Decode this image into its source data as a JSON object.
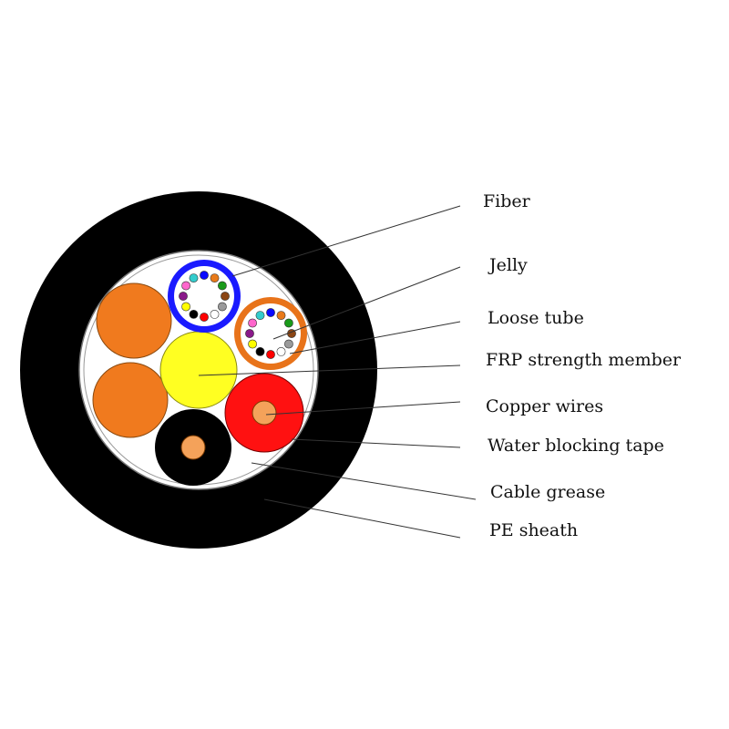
{
  "labels": {
    "fiber": "Fiber",
    "jelly": "Jelly",
    "loose_tube": "Loose tube",
    "frp": "FRP strength member",
    "copper": "Copper wires",
    "tape": "Water blocking tape",
    "grease": "Cable grease",
    "sheath": "PE sheath"
  },
  "colors": {
    "sheath": "#000000",
    "tape": "#ffffff",
    "tube_blue": "#1a1aff",
    "tube_orange": "#e8731a",
    "filler_orange": "#f07a1e",
    "frp_yellow": "#ffff22",
    "copper_red": "#ff1111",
    "copper_core": "#f4a25a",
    "black_unit": "#000000"
  },
  "fiber_colors_tube1": [
    "#0a0aff",
    "#e87a1a",
    "#1a9a1a",
    "#8b4513",
    "#9a9a9a",
    "#ffffff",
    "#ff0000",
    "#000000",
    "#ffff00",
    "#8a1a8a",
    "#ff66cc",
    "#33cccc"
  ],
  "fiber_colors_tube2": [
    "#0a0aff",
    "#e87a1a",
    "#1a9a1a",
    "#8b4513",
    "#9a9a9a",
    "#ffffff",
    "#ff0000",
    "#000000",
    "#ffff00",
    "#8a1a8a",
    "#ff66cc",
    "#33cccc"
  ]
}
